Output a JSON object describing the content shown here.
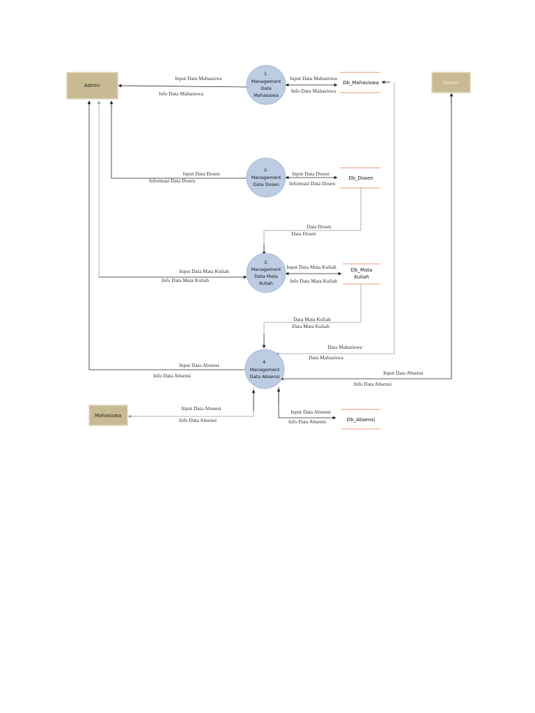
{
  "colors": {
    "entity_fill": "#c8bb93",
    "entity_border": "#e3d9bd",
    "process_fill": "#bccde3",
    "process_border": "#a6b9d4",
    "store_line": "#e5744f",
    "line": "#222222",
    "line_light": "#8f9fb4"
  },
  "entities": {
    "admin": "Admin",
    "dosen": "Dosen",
    "mahasiswa": "Mahasiswa"
  },
  "processes": {
    "p1": {
      "num": "1.",
      "line1": "Management",
      "line2": "Data",
      "line3": "Mahasiswa"
    },
    "p2": {
      "num": "2.",
      "line1": "Management",
      "line2": "Data Dosen"
    },
    "p3": {
      "num": "3.",
      "line1": "Management",
      "line2": "Data Mata",
      "line3": "Kuliah"
    },
    "p4": {
      "num": "4.",
      "line1": "Management",
      "line2": "Data Absensi"
    }
  },
  "stores": {
    "mahasiswa": "Db_Mahasiswa",
    "dosen": "Db_Dosen",
    "matakuliah_1": "Db_Mata",
    "matakuliah_2": "Kuliah",
    "absensi": "Db_Absensi"
  },
  "flows": {
    "admin_p1_in": "Input Data Mahasiswa",
    "admin_p1_out": "Info Data Mahasiswa",
    "p1_db_in": "Input Data Mahasiswa",
    "p1_db_out": "Info Data Mahasiswa",
    "admin_p2_in": "Input Data Dosen",
    "admin_p2_out": "Informasi Data Dosen",
    "p2_db_in": "Input Data Dosen",
    "p2_db_out": "Informasi Data Dosen",
    "dbdosen_p3_a": "Data Dosen",
    "dbdosen_p3_b": "Data Dosen",
    "admin_p3_in": "Input Data Mata Kuliah",
    "admin_p3_out": "Info Data Mata Kuliah",
    "p3_db_in": "Input Data Mata Kuliah",
    "p3_db_out": "Info Data Mata Kuliah",
    "dbmk_p4_a": "Data Mata Kuliah",
    "dbmk_p4_b": "Data Mata Kuliah",
    "dbmhs_p4_a": "Data Mahasiswa",
    "dbmhs_p4_b": "Data Mahasiswa",
    "admin_p4_in": "Input Data Absensi",
    "admin_p4_out": "Info Data Absensi",
    "dosen_p4_in": "Input Data Absensi",
    "dosen_p4_out": "Info Data Absensi",
    "mhs_p4_in": "Input Data Absensi",
    "mhs_p4_out": "Info Data Absensi",
    "p4_db_in": "Input Data Absensi",
    "p4_db_out": "Info Data Absensi"
  }
}
